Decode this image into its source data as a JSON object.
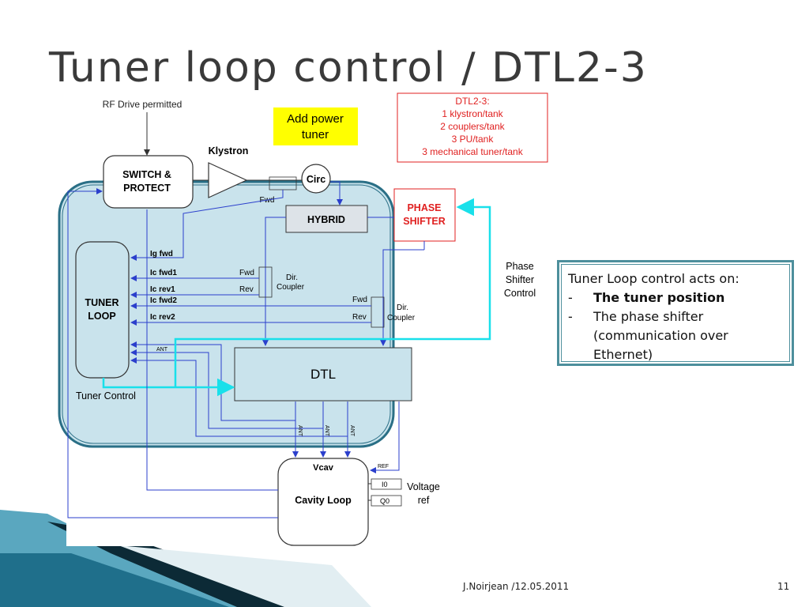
{
  "slide": {
    "title": "Tuner loop control / DTL2-3",
    "footer_author": "J.Noirjean /12.05.2011",
    "page_number": "11"
  },
  "diagram": {
    "rf_drive": "RF Drive permitted",
    "switch_protect_line1": "SWITCH &",
    "switch_protect_line2": "PROTECT",
    "klystron": "Klystron",
    "circ": "Circ",
    "fwd_top": "Fwd",
    "add_power_line1": "Add power",
    "add_power_line2": "tuner",
    "dtl_info": [
      "DTL2-3:",
      "1 klystron/tank",
      "2 couplers/tank",
      "3 PU/tank",
      "3 mechanical tuner/tank"
    ],
    "hybrid": "HYBRID",
    "phase_shifter_line1": "PHASE",
    "phase_shifter_line2": "SHIFTER",
    "phase_shifter_control": [
      "Phase",
      "Shifter",
      "Control"
    ],
    "tuner_loop_line1": "TUNER",
    "tuner_loop_line2": "LOOP",
    "signals": [
      "Ig fwd",
      "Ic fwd1",
      "Ic rev1",
      "Ic fwd2",
      "Ic rev2"
    ],
    "coupler1_fwd": "Fwd",
    "coupler1_rev": "Rev",
    "coupler1_label": [
      "Dir.",
      "Coupler"
    ],
    "coupler2_fwd": "Fwd",
    "coupler2_rev": "Rev",
    "coupler2_label": [
      "Dir.",
      "Coupler"
    ],
    "ant": "ANT",
    "dtl": "DTL",
    "tuner_control": "Tuner Control",
    "ant_vertical": [
      "ANT",
      "ANT",
      "ANT"
    ],
    "vcav": "Vcav",
    "ref": "REF",
    "cavity_loop": "Cavity Loop",
    "i0": "I0",
    "q0": "Q0",
    "voltage_ref": [
      "Voltage",
      "ref"
    ]
  },
  "note": {
    "heading": "Tuner Loop control acts on:",
    "items": [
      {
        "dash": "-",
        "text": "The tuner position"
      },
      {
        "dash": "-",
        "text": "The phase shifter (communication over Ethernet)"
      }
    ]
  },
  "colors": {
    "accent": "#2a6f86",
    "signal_line": "#2b3fcc",
    "phase_line": "#19e0ea",
    "cavity_fill": "#c9e3ec",
    "highlight_yellow": "#ffff00",
    "alert_red": "#e02020"
  }
}
